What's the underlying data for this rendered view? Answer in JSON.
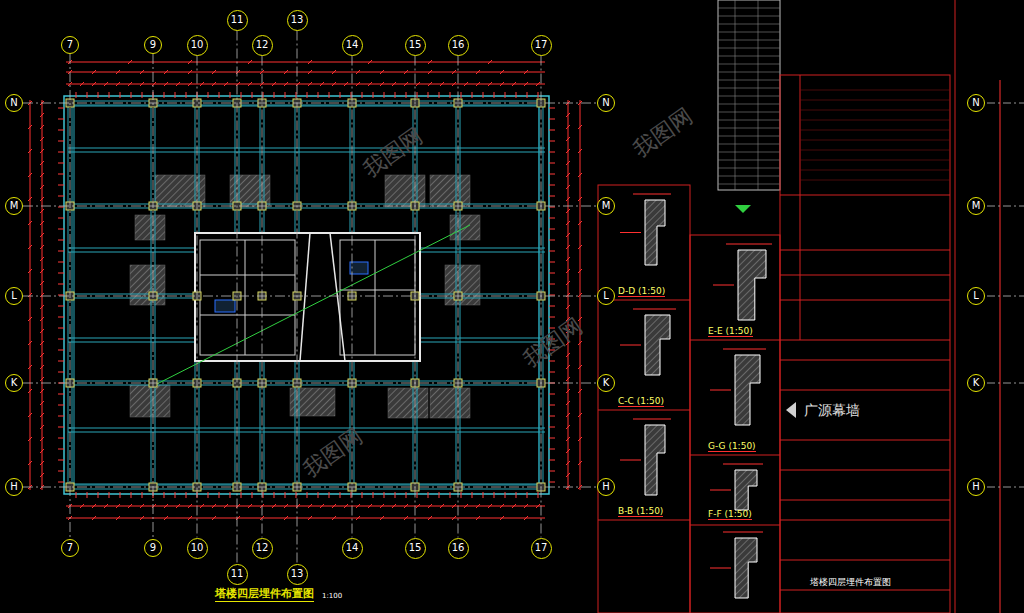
{
  "diagram": {
    "title": "塔楼四层埋件布置图",
    "nodes": [
      {
        "text": [
          "7"
        ]
      },
      {
        "text": [
          "9"
        ]
      },
      {
        "text": [
          "10"
        ]
      },
      {
        "text": [
          "11"
        ]
      },
      {
        "text": [
          "12"
        ]
      },
      {
        "text": [
          "13"
        ]
      },
      {
        "text": [
          "14"
        ]
      },
      {
        "text": [
          "15"
        ]
      },
      {
        "text": [
          "16"
        ]
      },
      {
        "text": [
          "17"
        ]
      },
      {
        "text": [
          "7"
        ]
      },
      {
        "text": [
          "9"
        ]
      },
      {
        "text": [
          "10"
        ]
      },
      {
        "text": [
          "11"
        ]
      },
      {
        "text": [
          "12"
        ]
      },
      {
        "text": [
          "13"
        ]
      },
      {
        "text": [
          "14"
        ]
      },
      {
        "text": [
          "15"
        ]
      },
      {
        "text": [
          "16"
        ]
      },
      {
        "text": [
          "17"
        ]
      },
      {
        "text": [
          "N"
        ]
      },
      {
        "text": [
          "M"
        ]
      },
      {
        "text": [
          "L"
        ]
      },
      {
        "text": [
          "K"
        ]
      },
      {
        "text": [
          "H"
        ]
      },
      {
        "text": [
          "N"
        ]
      },
      {
        "text": [
          "M"
        ]
      },
      {
        "text": [
          "L"
        ]
      },
      {
        "text": [
          "K"
        ]
      },
      {
        "text": [
          "H"
        ]
      },
      {
        "text": [
          "N"
        ]
      },
      {
        "text": [
          "M"
        ]
      },
      {
        "text": [
          "L"
        ]
      },
      {
        "text": [
          "K"
        ]
      },
      {
        "text": [
          "H"
        ]
      }
    ],
    "edges": [
      {
        "from": 0,
        "to": 10,
        "arrow": "none"
      },
      {
        "from": 1,
        "to": 11,
        "arrow": "none"
      },
      {
        "from": 2,
        "to": 12,
        "arrow": "none"
      },
      {
        "from": 3,
        "to": 13,
        "arrow": "none"
      },
      {
        "from": 4,
        "to": 14,
        "arrow": "none"
      },
      {
        "from": 5,
        "to": 15,
        "arrow": "none"
      },
      {
        "from": 6,
        "to": 16,
        "arrow": "none"
      },
      {
        "from": 7,
        "to": 17,
        "arrow": "none"
      },
      {
        "from": 8,
        "to": 18,
        "arrow": "none"
      },
      {
        "from": 9,
        "to": 19,
        "arrow": "none"
      },
      {
        "from": 20,
        "to": 25,
        "arrow": "none"
      },
      {
        "from": 21,
        "to": 26,
        "arrow": "none"
      },
      {
        "from": 22,
        "to": 27,
        "arrow": "none"
      },
      {
        "from": 23,
        "to": 28,
        "arrow": "none"
      },
      {
        "from": 24,
        "to": 29,
        "arrow": "none"
      }
    ],
    "labels": [
      "1:100",
      "D-D (1:50)",
      "C-C (1:50)",
      "B-B (1:50)",
      "E-E (1:50)",
      "G-G (1:50)",
      "F-F (1:50)",
      "广源幕墙",
      "塔楼四层埋件布置图",
      "我图网",
      "我图网",
      "我图网",
      "我图网"
    ]
  }
}
